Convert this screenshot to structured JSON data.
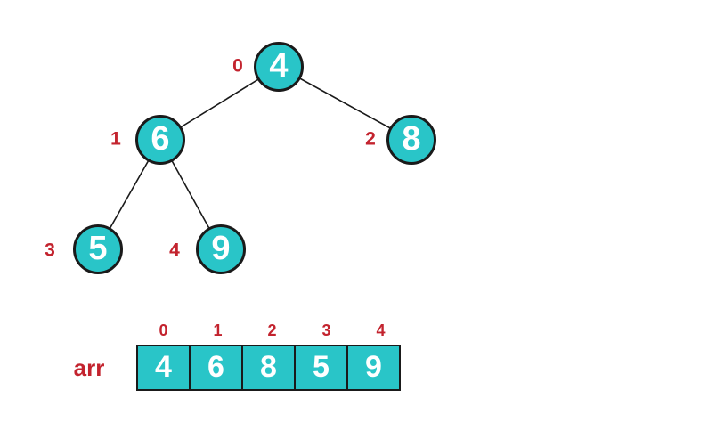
{
  "diagram": {
    "type": "binary-heap-with-array",
    "tree": {
      "nodes": [
        {
          "index": "0",
          "value": "4"
        },
        {
          "index": "1",
          "value": "6"
        },
        {
          "index": "2",
          "value": "8"
        },
        {
          "index": "3",
          "value": "5"
        },
        {
          "index": "4",
          "value": "9"
        }
      ],
      "edges": [
        {
          "from": "0",
          "to": "1"
        },
        {
          "from": "0",
          "to": "2"
        },
        {
          "from": "1",
          "to": "3"
        },
        {
          "from": "1",
          "to": "4"
        }
      ]
    },
    "array": {
      "label": "arr",
      "indices": [
        "0",
        "1",
        "2",
        "3",
        "4"
      ],
      "values": [
        "4",
        "6",
        "8",
        "5",
        "9"
      ]
    },
    "colors": {
      "node_fill": "#29c5c8",
      "node_border": "#1a1a1a",
      "node_text": "#ffffff",
      "index_label_red": "#c3232e",
      "edge": "#1a1a1a",
      "background": "#ffffff"
    }
  }
}
